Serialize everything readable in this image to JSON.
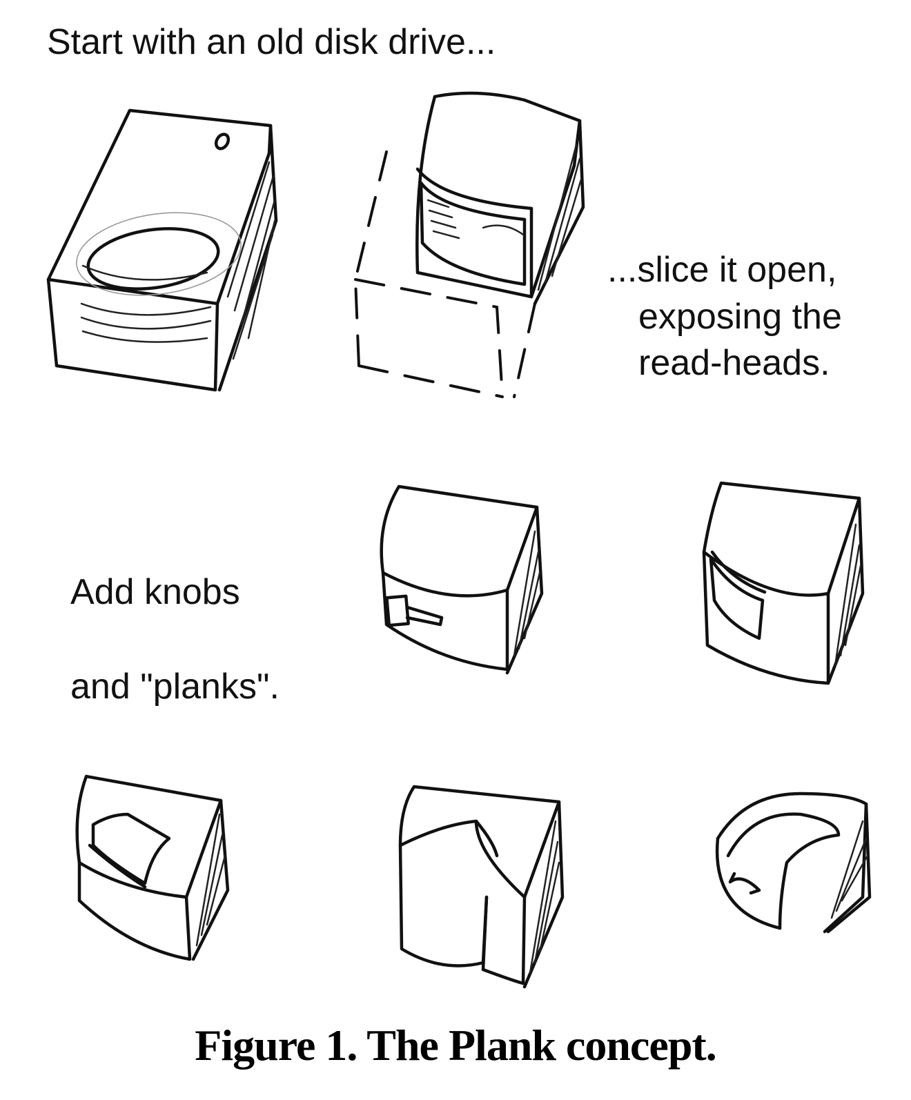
{
  "labels": {
    "start": "Start with an old disk drive...",
    "slice": [
      "...slice it open,",
      "exposing the",
      "read-heads."
    ],
    "knobs": "Add knobs",
    "planks": "and \"planks\"."
  },
  "caption": "Figure 1. The Plank concept.",
  "ink_color": "#111111"
}
